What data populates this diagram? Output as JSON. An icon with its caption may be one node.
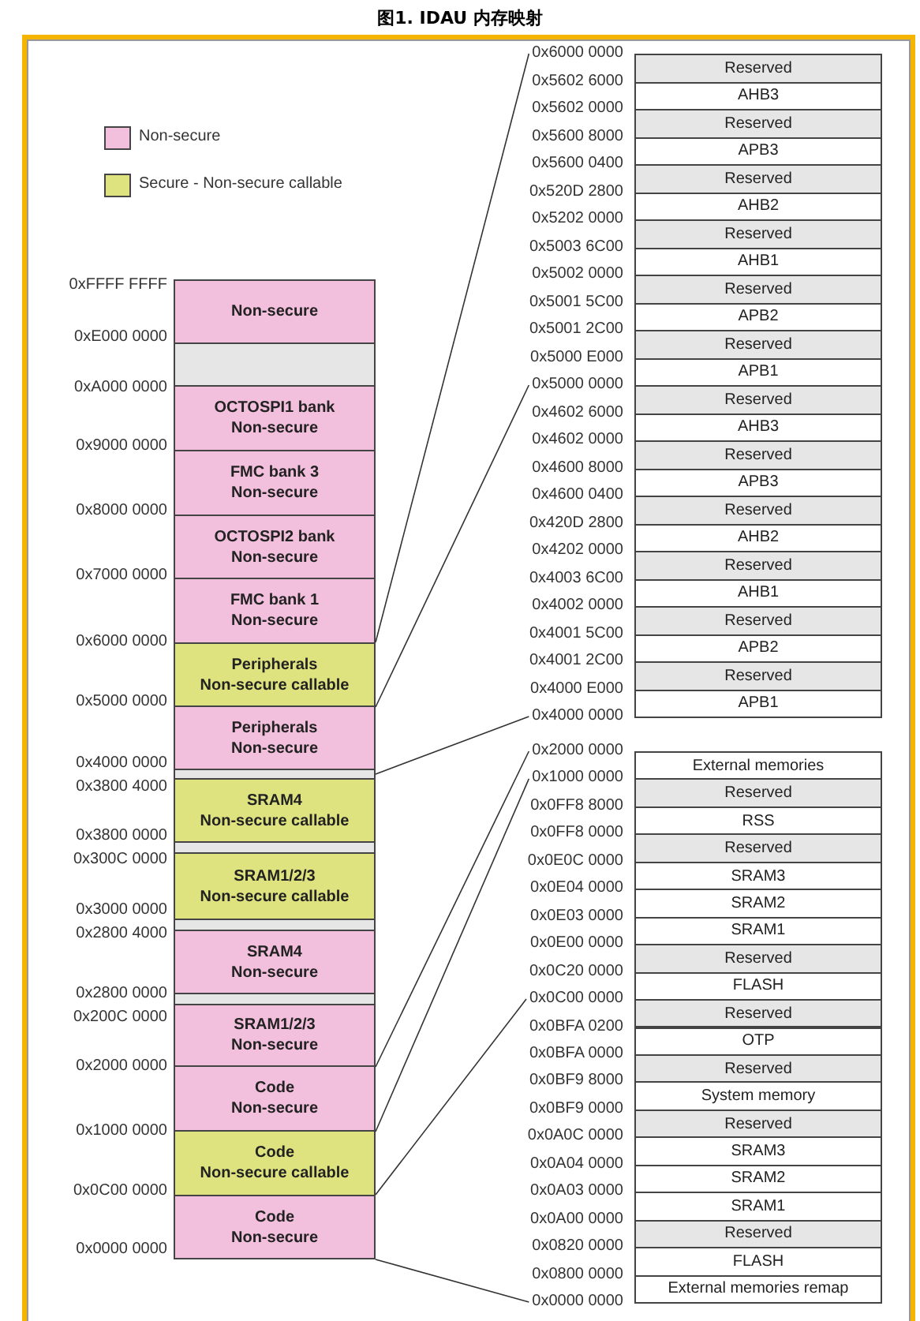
{
  "diagram": {
    "title": "图1. IDAU 内存映射",
    "nodes": [
      {
        "text": [
          "Non-secure"
        ]
      },
      {
        "text": [],
        "shape": "box"
      },
      {
        "text": [
          "OCTOSPI1 bank",
          "Non-secure"
        ]
      },
      {
        "text": [
          "FMC bank 3",
          "Non-secure"
        ]
      },
      {
        "text": [
          "OCTOSPI2 bank",
          "Non-secure"
        ]
      },
      {
        "text": [
          "FMC bank 1",
          "Non-secure"
        ]
      },
      {
        "text": [
          "Peripherals",
          "Non-secure callable"
        ]
      },
      {
        "text": [
          "Peripherals",
          "Non-secure"
        ]
      },
      {
        "text": [],
        "shape": "box"
      },
      {
        "text": [
          "SRAM4",
          "Non-secure callable"
        ]
      },
      {
        "text": [],
        "shape": "box"
      },
      {
        "text": [
          "SRAM1/2/3",
          "Non-secure callable"
        ]
      },
      {
        "text": [],
        "shape": "box"
      },
      {
        "text": [
          "SRAM4",
          "Non-secure"
        ]
      },
      {
        "text": [],
        "shape": "box"
      },
      {
        "text": [
          "SRAM1/2/3",
          "Non-secure"
        ]
      },
      {
        "text": [
          "Code",
          "Non-secure"
        ]
      },
      {
        "text": [
          "Code",
          "Non-secure callable"
        ]
      },
      {
        "text": [
          "Code",
          "Non-secure"
        ]
      },
      {
        "text": [
          "Reserved"
        ]
      },
      {
        "text": [
          "AHB3"
        ]
      },
      {
        "text": [
          "Reserved"
        ]
      },
      {
        "text": [
          "APB3"
        ]
      },
      {
        "text": [
          "Reserved"
        ]
      },
      {
        "text": [
          "AHB2"
        ]
      },
      {
        "text": [
          "Reserved"
        ]
      },
      {
        "text": [
          "AHB1"
        ]
      },
      {
        "text": [
          "Reserved"
        ]
      },
      {
        "text": [
          "APB2"
        ]
      },
      {
        "text": [
          "Reserved"
        ]
      },
      {
        "text": [
          "APB1"
        ]
      },
      {
        "text": [
          "Reserved"
        ]
      },
      {
        "text": [
          "AHB3"
        ]
      },
      {
        "text": [
          "Reserved"
        ]
      },
      {
        "text": [
          "APB3"
        ]
      },
      {
        "text": [
          "Reserved"
        ]
      },
      {
        "text": [
          "AHB2"
        ]
      },
      {
        "text": [
          "Reserved"
        ]
      },
      {
        "text": [
          "AHB1"
        ]
      },
      {
        "text": [
          "Reserved"
        ]
      },
      {
        "text": [
          "APB2"
        ]
      },
      {
        "text": [
          "Reserved"
        ]
      },
      {
        "text": [
          "APB1"
        ]
      },
      {
        "text": [
          "External memories"
        ]
      },
      {
        "text": [
          "Reserved"
        ]
      },
      {
        "text": [
          "RSS"
        ]
      },
      {
        "text": [
          "Reserved"
        ]
      },
      {
        "text": [
          "SRAM3"
        ]
      },
      {
        "text": [
          "SRAM2"
        ]
      },
      {
        "text": [
          "SRAM1"
        ]
      },
      {
        "text": [
          "Reserved"
        ]
      },
      {
        "text": [
          "FLASH"
        ]
      },
      {
        "text": [
          "Reserved"
        ]
      },
      {
        "text": [
          "OTP"
        ]
      },
      {
        "text": [
          "Reserved"
        ]
      },
      {
        "text": [
          "System memory"
        ]
      },
      {
        "text": [
          "Reserved"
        ]
      },
      {
        "text": [
          "SRAM3"
        ]
      },
      {
        "text": [
          "SRAM2"
        ]
      },
      {
        "text": [
          "SRAM1"
        ]
      },
      {
        "text": [
          "Reserved"
        ]
      },
      {
        "text": [
          "FLASH"
        ]
      },
      {
        "text": [
          "External memories remap"
        ]
      },
      {
        "text": [
          "0x6000 0000"
        ]
      },
      {
        "text": [
          "0x5000 0000"
        ]
      },
      {
        "text": [
          "0x4000 0000"
        ]
      },
      {
        "text": [
          "0x2000 0000"
        ]
      },
      {
        "text": [
          "0x1000 0000"
        ]
      },
      {
        "text": [
          "0x0C00 0000"
        ]
      },
      {
        "text": [
          "0x0000 0000"
        ]
      }
    ],
    "edges": [
      {
        "from": 6,
        "to": 63,
        "arrow": "none"
      },
      {
        "from": 6,
        "to": 64,
        "arrow": "none"
      },
      {
        "from": 8,
        "to": 65,
        "arrow": "none"
      },
      {
        "from": 15,
        "to": 66,
        "arrow": "none"
      },
      {
        "from": 16,
        "to": 67,
        "arrow": "none"
      },
      {
        "from": 18,
        "to": 68,
        "arrow": "none"
      },
      {
        "from": 18,
        "to": 69,
        "arrow": "none"
      }
    ],
    "labels": [
      "0xFFFF FFFF",
      "0xE000 0000",
      "0xA000 0000",
      "0x9000 0000",
      "0x8000 0000",
      "0x7000 0000",
      "0x6000 0000",
      "0x5000 0000",
      "0x4000 0000",
      "0x3800 4000",
      "0x3800 0000",
      "0x300C 0000",
      "0x3000 0000",
      "0x2800 4000",
      "0x2800 0000",
      "0x200C 0000",
      "0x2000 0000",
      "0x1000 0000",
      "0x0C00 0000",
      "0x0000 0000",
      "0x5602 6000",
      "0x5602 0000",
      "0x5600 8000",
      "0x5600 0400",
      "0x520D 2800",
      "0x5202 0000",
      "0x5003 6C00",
      "0x5002 0000",
      "0x5001 5C00",
      "0x5001 2C00",
      "0x5000 E000",
      "0x4602 6000",
      "0x4602 0000",
      "0x4600 8000",
      "0x4600 0400",
      "0x420D 2800",
      "0x4202 0000",
      "0x4003 6C00",
      "0x4002 0000",
      "0x4001 5C00",
      "0x4001 2C00",
      "0x4000 E000",
      "0x0FF8 8000",
      "0x0FF8 0000",
      "0x0E0C 0000",
      "0x0E04 0000",
      "0x0E03 0000",
      "0x0E00 0000",
      "0x0C20 0000",
      "0x0BFA 0200",
      "0x0BFA 0000",
      "0x0BF9 8000",
      "0x0BF9 0000",
      "0x0A0C 0000",
      "0x0A04 0000",
      "0x0A03 0000",
      "0x0A00 0000",
      "0x0820 0000",
      "0x0800 0000"
    ],
    "legend": [
      {
        "text": "Non-secure",
        "color": "#f2bfdc"
      },
      {
        "text": "Secure - Non-secure callable",
        "color": "#dfe37f"
      }
    ]
  }
}
